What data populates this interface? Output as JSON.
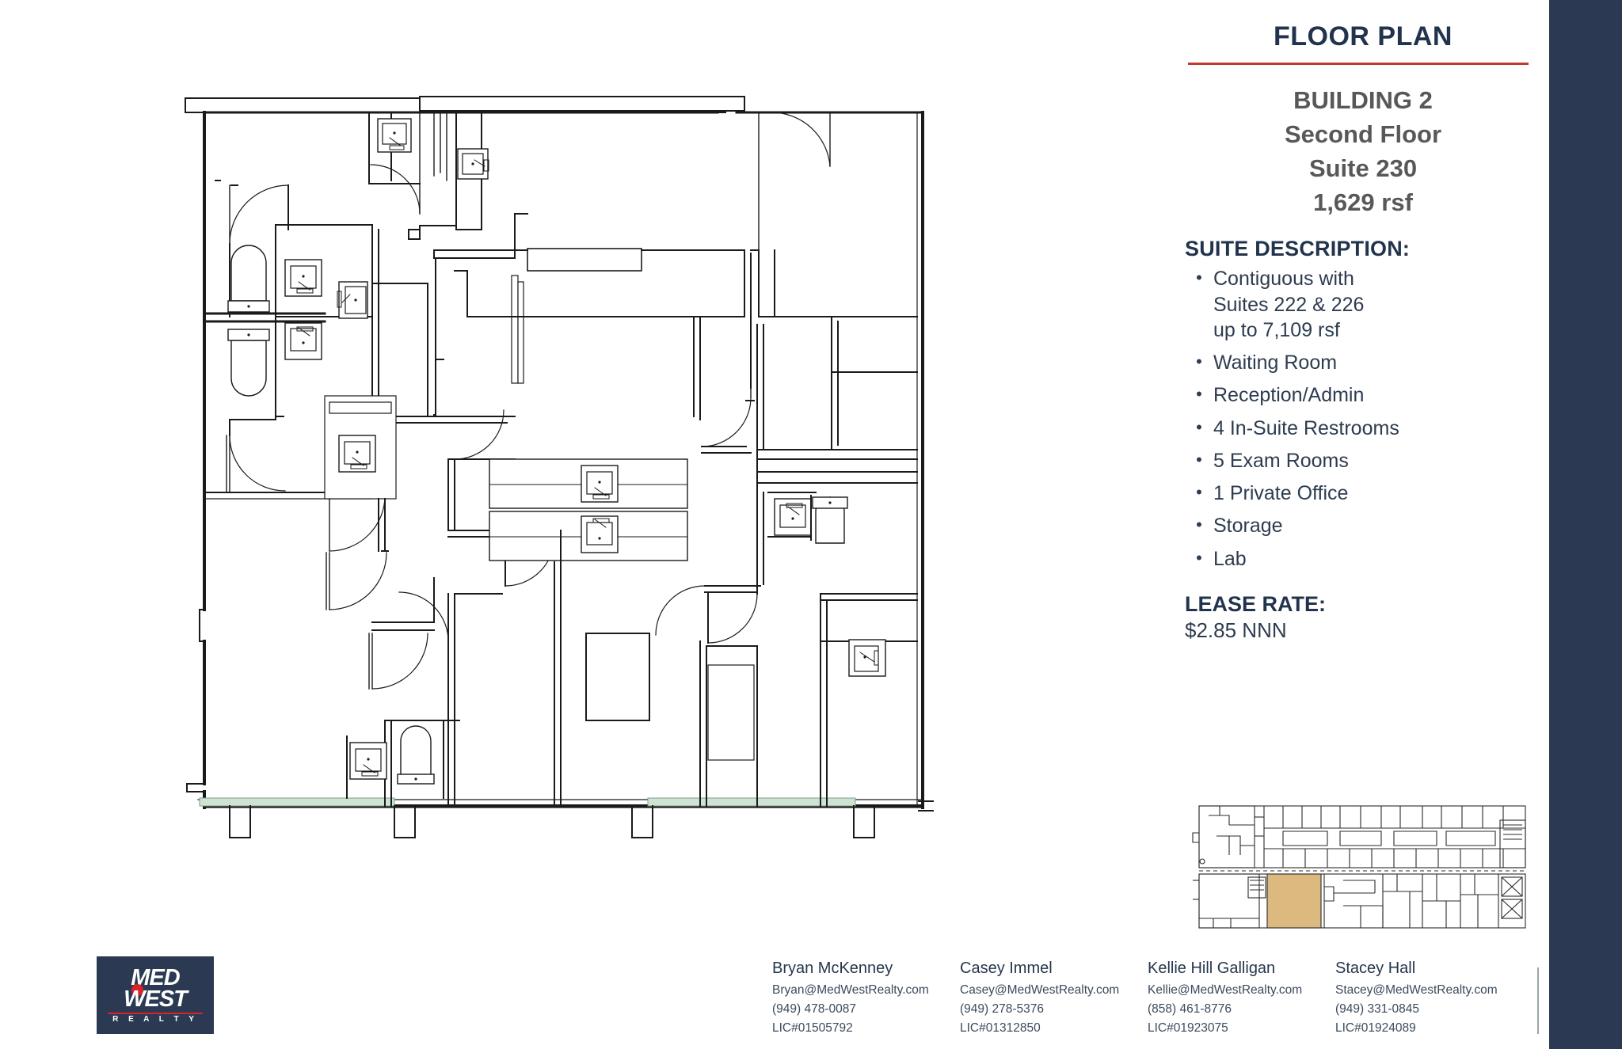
{
  "header": {
    "title": "FLOOR PLAN",
    "rule_color": "#bf3b30"
  },
  "building": {
    "line1": "BUILDING 2",
    "line2": "Second Floor",
    "line3": "Suite 230",
    "line4": "1,629 rsf"
  },
  "suite_description": {
    "heading": "SUITE DESCRIPTION:",
    "items": [
      "Contiguous with\nSuites 222 & 226\nup to 7,109 rsf",
      "Waiting Room",
      "Reception/Admin",
      "4 In-Suite Restrooms",
      "5 Exam Rooms",
      "1 Private Office",
      "Storage",
      "Lab"
    ],
    "bullet": "•"
  },
  "lease": {
    "heading": "LEASE RATE:",
    "value": "$2.85 NNN"
  },
  "keymap": {
    "highlight_color": "#dcb97f",
    "label": "site-key-plan"
  },
  "logo": {
    "med": "MED",
    "west": "WEST",
    "realty": "R E A L T Y",
    "bg_color": "#2b3a52",
    "accent_color": "#d8232a"
  },
  "contacts": [
    {
      "name": "Bryan McKenney",
      "email": "Bryan@MedWestRealty.com",
      "phone": "(949) 478-0087",
      "license": "LIC#01505792"
    },
    {
      "name": "Casey Immel",
      "email": "Casey@MedWestRealty.com",
      "phone": "(949) 278-5376",
      "license": "LIC#01312850"
    },
    {
      "name": "Kellie Hill Galligan",
      "email": "Kellie@MedWestRealty.com",
      "phone": "(858) 461-8776",
      "license": "LIC#01923075"
    },
    {
      "name": "Stacey Hall",
      "email": "Stacey@MedWestRealty.com",
      "phone": "(949) 331-0845",
      "license": "LIC#01924089"
    }
  ],
  "theme": {
    "navy": "#2b3a52",
    "plan_line": "#1a1a1a",
    "glazing": "#cfe3d4"
  }
}
